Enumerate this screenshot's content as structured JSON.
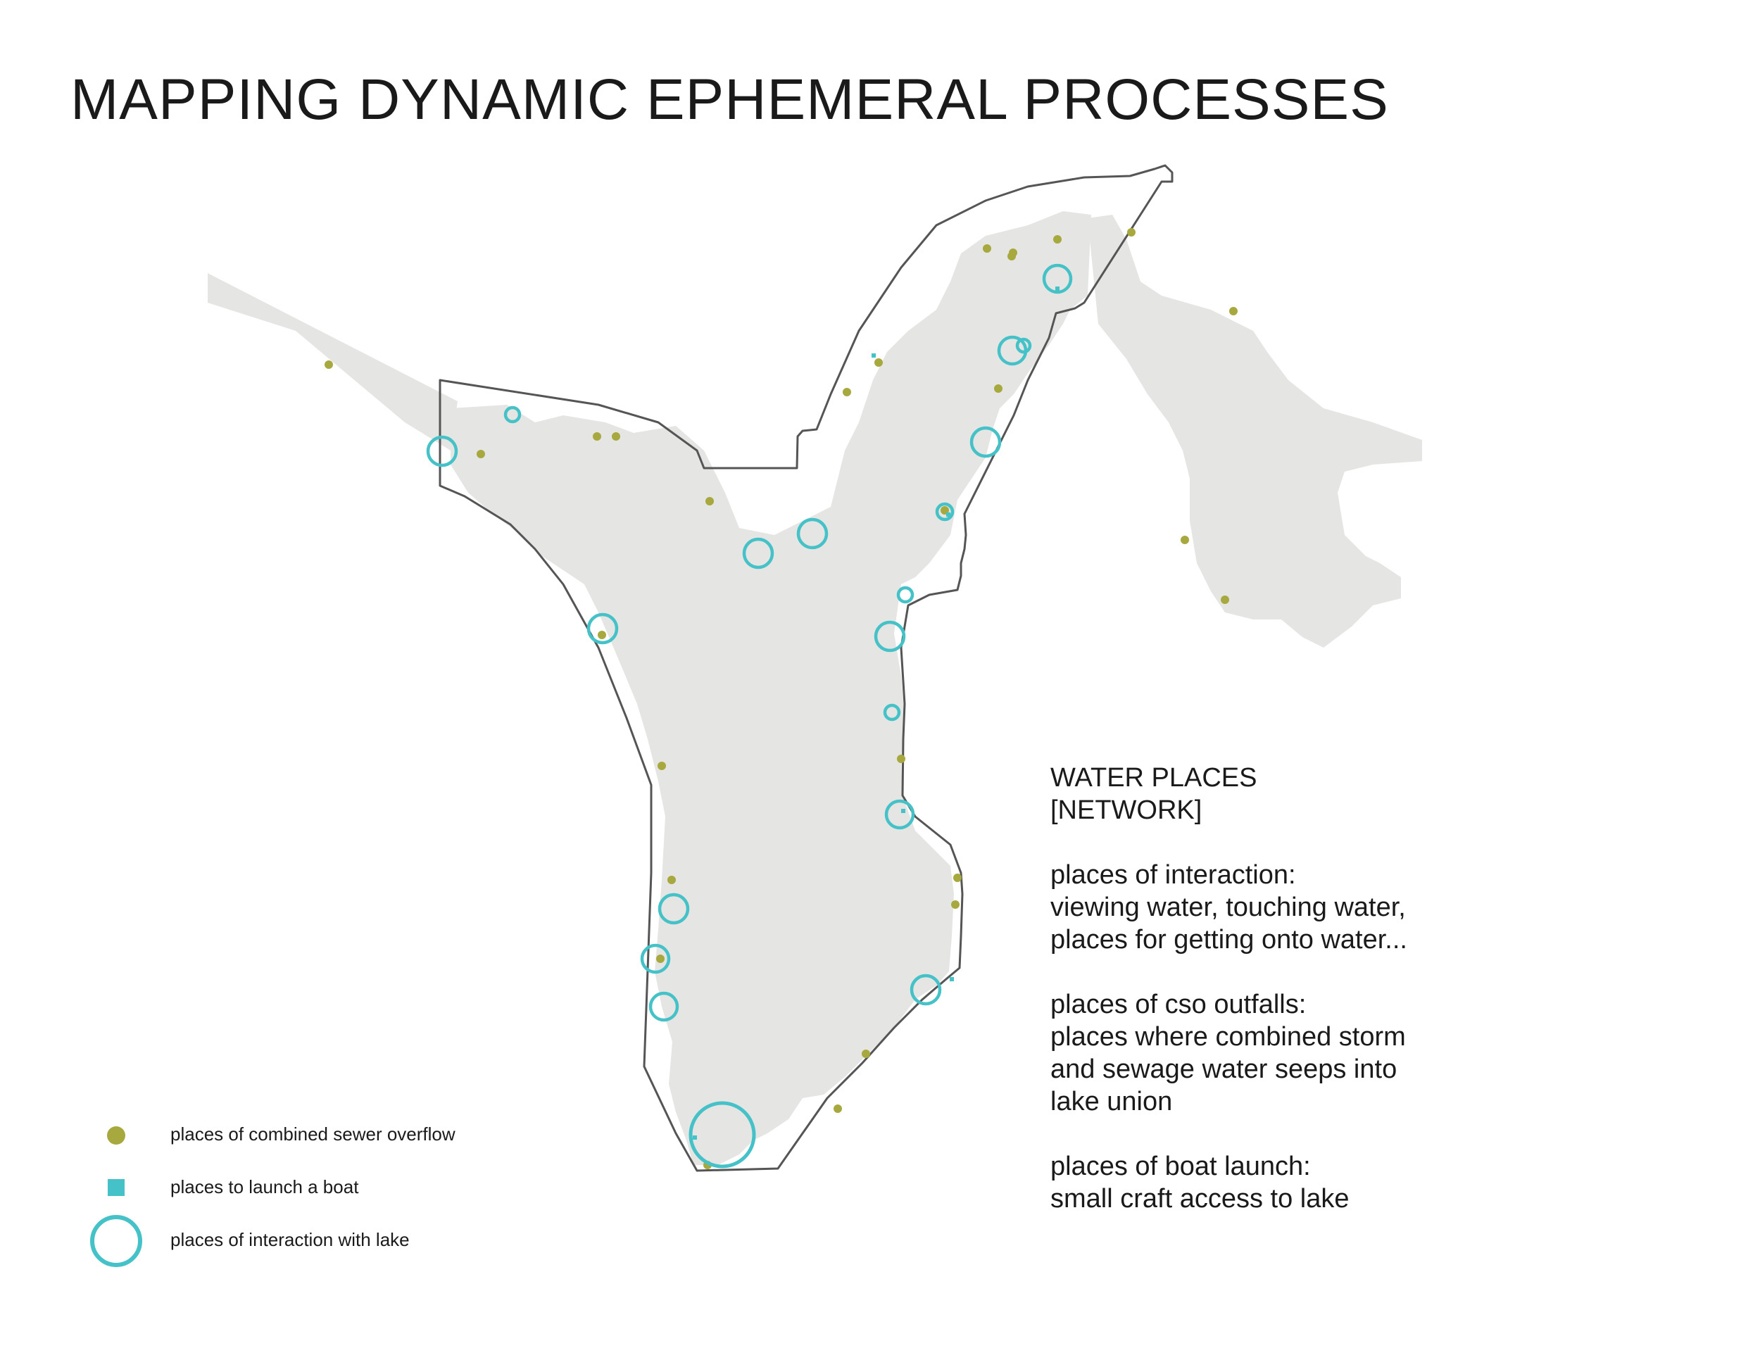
{
  "title": "MAPPING DYNAMIC EPHEMERAL PROCESSES",
  "colors": {
    "land": "#e5e5e4",
    "boundary": "#555555",
    "overflow": "#a7a93f",
    "boat": "#45c1c8",
    "interaction": "#45c1c8"
  },
  "panel": {
    "heading": [
      "WATER PLACES",
      "[NETWORK]"
    ],
    "paragraphs": [
      [
        "places of interaction:",
        "viewing water, touching water,",
        "places for getting onto water..."
      ],
      [
        "places of cso outfalls:",
        "places where combined storm",
        "and sewage water seeps into",
        "lake union"
      ],
      [
        "places of boat launch:",
        "small craft access to lake"
      ]
    ]
  },
  "legend": [
    {
      "symbol": "sewer-overflow-dot",
      "label": "places of combined sewer overflow"
    },
    {
      "symbol": "boat-launch-square",
      "label": "places to launch a boat"
    },
    {
      "symbol": "lake-interaction-ring",
      "label": "places of interaction with lake"
    }
  ]
}
